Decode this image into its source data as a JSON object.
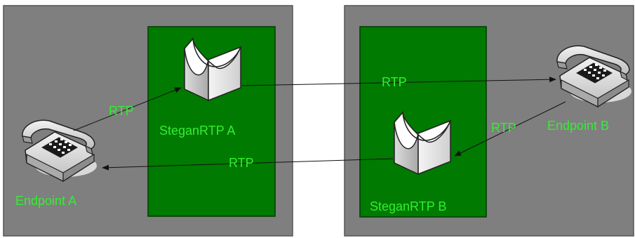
{
  "labels": {
    "steganrtp_a": "SteganRTP A",
    "steganrtp_b": "SteganRTP B",
    "endpoint_a": "Endpoint A",
    "endpoint_b": "Endpoint B",
    "rtp_a_to_steg_a": "RTP",
    "rtp_steg_a_to_b": "RTP",
    "rtp_b_to_steg_b": "RTP",
    "rtp_steg_b_to_a": "RTP"
  },
  "colors": {
    "outer_box": "#7f7f7f",
    "outer_border": "#555555",
    "inner_box": "#007a00",
    "inner_border": "#003a00",
    "label_text": "#33ee33",
    "arrow": "#111111"
  },
  "icons": {
    "endpoint_a": "telephone-icon",
    "endpoint_b": "telephone-icon",
    "steganrtp_a": "filter-icon",
    "steganrtp_b": "filter-icon"
  }
}
